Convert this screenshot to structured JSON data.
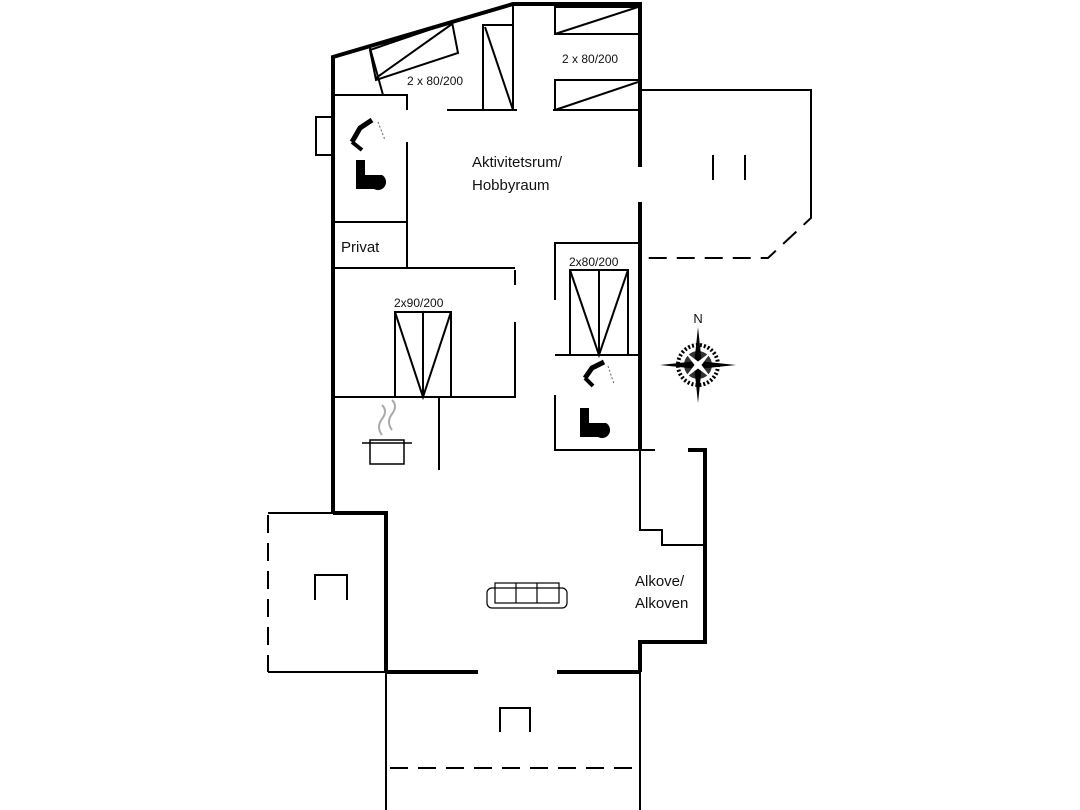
{
  "rooms": {
    "activity_room": [
      "Aktivitetsrum/",
      "Hobbyraum"
    ],
    "private": "Privat",
    "alcove": [
      "Alkove/",
      "Alkoven"
    ]
  },
  "beds": {
    "top_left": "2 x 80/200",
    "top_right": "2 x 80/200",
    "middle_right": "2x80/200",
    "middle_left": "2x90/200"
  },
  "compass": {
    "north_label": "N"
  },
  "colors": {
    "line": "#000000",
    "background": "#ffffff"
  }
}
